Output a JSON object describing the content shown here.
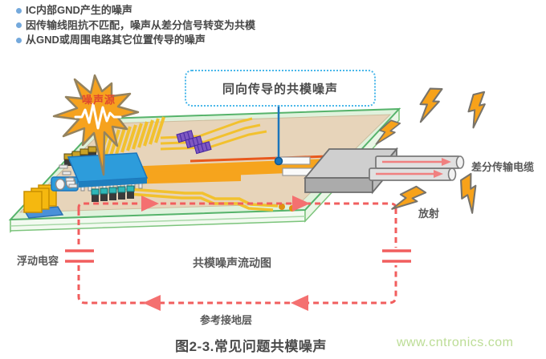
{
  "header": {
    "bullets": [
      "IC内部GND产生的噪声",
      "因传输线阻抗不匹配，噪声从差分信号转变为共模",
      "从GND或周围电路其它位置传导的噪声"
    ]
  },
  "diagram": {
    "noise_source_label": "噪声源",
    "callout_label": "同向传导的共模噪声",
    "cable_label": "差分传输电缆",
    "radiation_label": "放射",
    "floating_capacitor_label": "浮动电容",
    "flow_label": "共模噪声流动图",
    "ground_plane_label": "参考接地层",
    "icons": {
      "noise_burst": "starburst-with-waveform",
      "lightning": "lightning-bolt",
      "capacitor": "two-plate-capacitor-symbol",
      "flow_loop": "red-dashed-current-loop-with-arrows",
      "pcb": "isometric-green-pcb-with-ic-and-traces",
      "connector": "gray-connector-block",
      "cables": "two-gray-cylindrical-cables-with-arrows"
    },
    "colors": {
      "loop_red": "#F15E5E",
      "callout_blue": "#49B7EA",
      "trace_orange": "#F6A41D",
      "trace_yellow": "#F2C12E",
      "bolt_orange": "#F7A21A",
      "board_green": "#56B36B",
      "board_surface": "#E7D4BA",
      "ic_blue": "#2D9CDB",
      "watermark_green": "#BCDD96"
    }
  },
  "caption": "图2-3.常见问题共模噪声",
  "watermark": "www.cntronics.com"
}
